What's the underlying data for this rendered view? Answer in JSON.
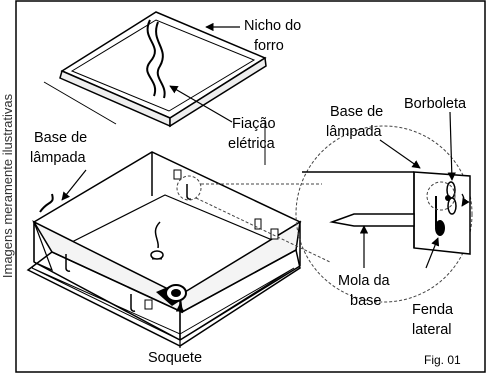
{
  "side_caption": "Imagens meramente ilustrativas",
  "labels": {
    "ceiling_niche": [
      "Nicho do",
      "forro"
    ],
    "electrical_wiring": [
      "Fiação",
      "elétrica"
    ],
    "lamp_base_left": [
      "Base de",
      "lâmpada"
    ],
    "lamp_base_detail": [
      "Base de",
      "lâmpada"
    ],
    "butterfly": "Borboleta",
    "base_spring": [
      "Mola da",
      "base"
    ],
    "side_slot": [
      "Fenda",
      "lateral"
    ],
    "socket": "Soquete"
  },
  "figure_label": "Fig. 01"
}
